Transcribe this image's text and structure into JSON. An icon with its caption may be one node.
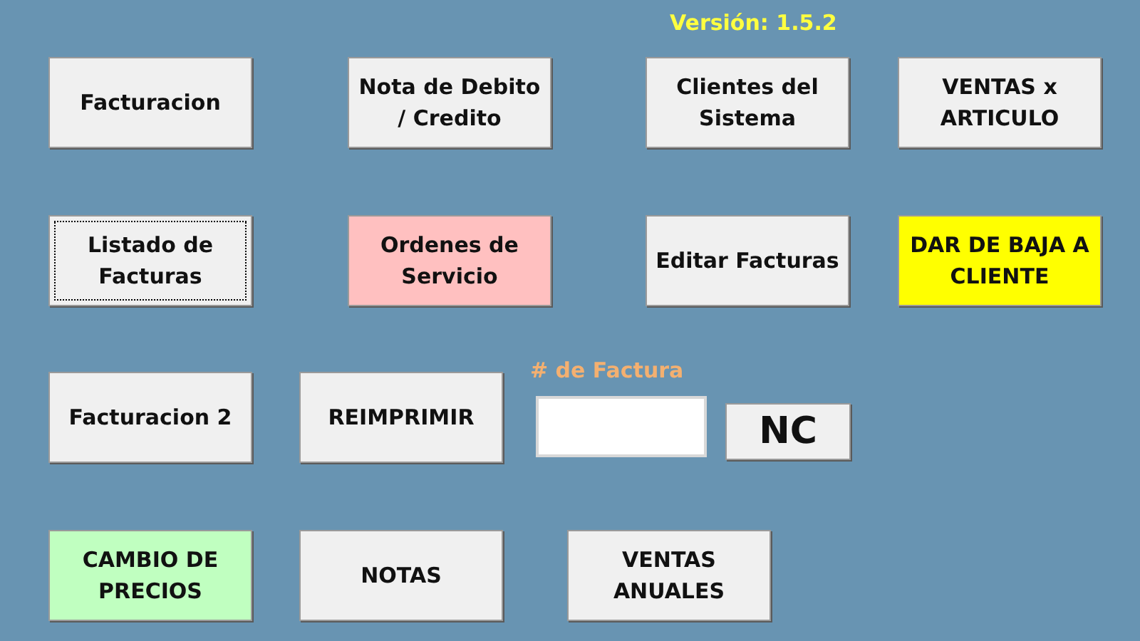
{
  "diagram": {
    "nodes": [
      {
        "text": [
          "Facturacion"
        ]
      },
      {
        "text": [
          "Nota de Debito / Credito"
        ]
      },
      {
        "text": [
          "Clientes del Sistema"
        ]
      },
      {
        "text": [
          "VENTAS x ARTICULO"
        ]
      },
      {
        "text": [
          "Listado de Facturas"
        ]
      },
      {
        "text": [
          "Ordenes de Servicio"
        ]
      },
      {
        "text": [
          "Editar Facturas"
        ]
      },
      {
        "text": [
          "DAR DE BAJA A CLIENTE"
        ]
      },
      {
        "text": [
          "Facturacion 2"
        ]
      },
      {
        "text": [
          "REIMPRIMIR"
        ]
      },
      {
        "text": [
          "NC"
        ]
      },
      {
        "text": [
          "CAMBIO DE PRECIOS"
        ]
      },
      {
        "text": [
          "NOTAS"
        ]
      },
      {
        "text": [
          "VENTAS ANUALES"
        ]
      }
    ],
    "labels": [
      "Versión: 1.5.2",
      "# de Factura"
    ]
  }
}
